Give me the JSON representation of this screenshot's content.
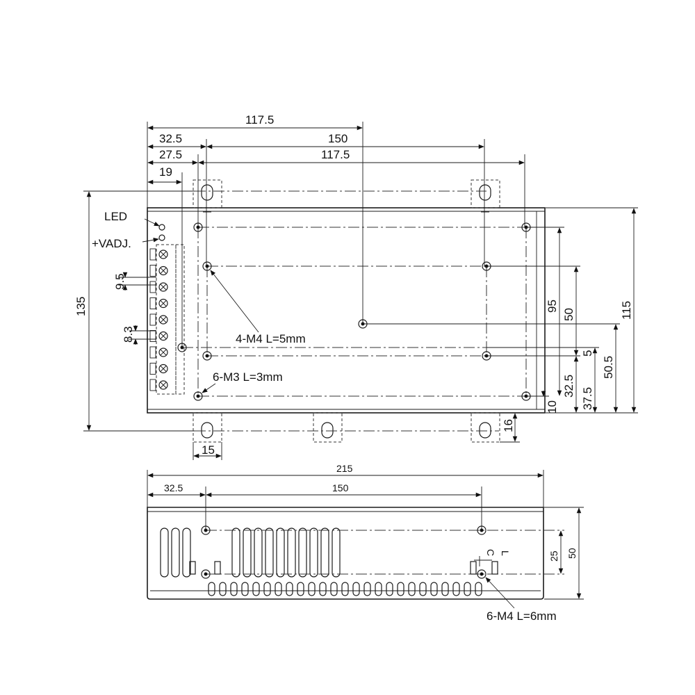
{
  "top_view": {
    "dims": {
      "d_117_5_top": "117.5",
      "d_32_5": "32.5",
      "d_150": "150",
      "d_27_5": "27.5",
      "d_117_5_second": "117.5",
      "d_19": "19",
      "d_135": "135",
      "d_9_5": "9.5",
      "d_8_3": "8.3",
      "d_95": "95",
      "d_50": "50",
      "d_115": "115",
      "d_32_5_v": "32.5",
      "d_37_5": "37.5",
      "d_50_5": "50.5",
      "d_5": "5",
      "d_10": "10",
      "d_16": "16",
      "d_15": "15"
    },
    "labels": {
      "led": "LED",
      "vadj": "+VADJ.",
      "m4_holes": "4-M4 L=5mm",
      "m3_holes": "6-M3 L=3mm"
    }
  },
  "side_view": {
    "dims": {
      "d_215": "215",
      "d_32_5": "32.5",
      "d_150": "150",
      "d_25": "25",
      "d_50": "50"
    },
    "labels": {
      "c": "C",
      "l": "L",
      "m4_holes": "6-M4 L=6mm"
    }
  }
}
